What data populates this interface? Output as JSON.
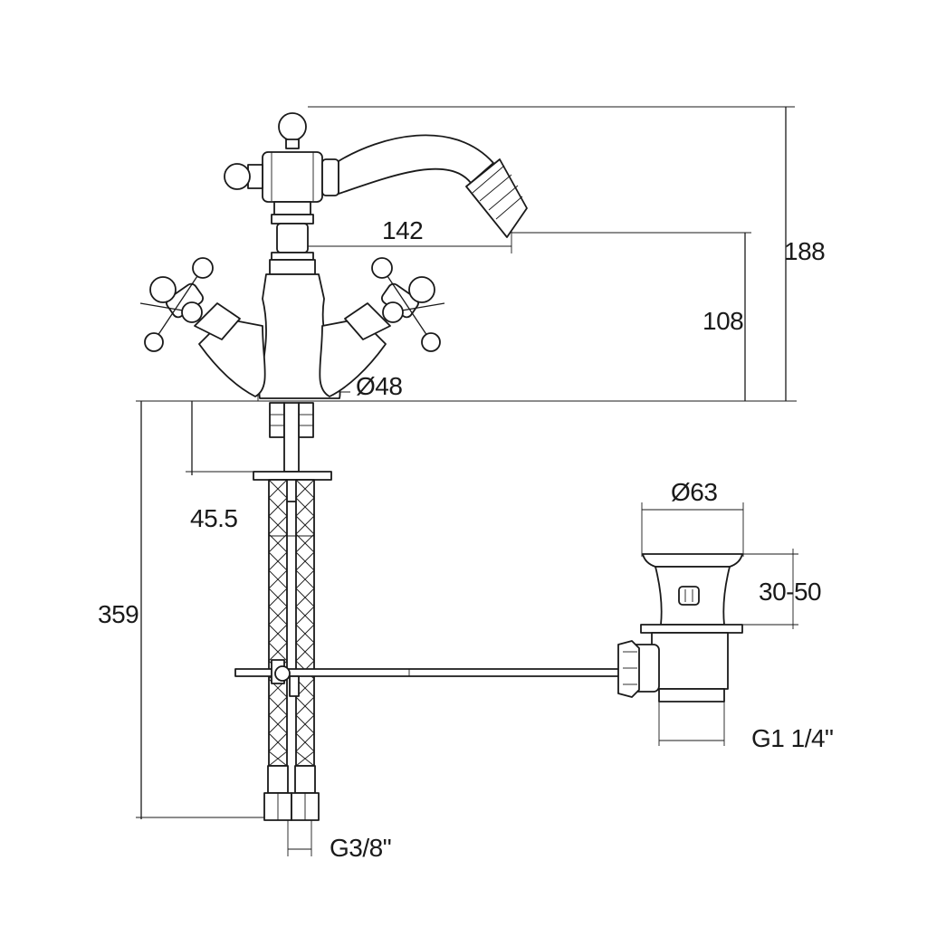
{
  "dimensions": {
    "spout_reach": "142",
    "total_height": "188",
    "spout_height": "108",
    "base_diameter": "Ø48",
    "shank_length": "45.5",
    "hose_length": "359",
    "hose_connection": "G3/8\"",
    "waste_diameter": "Ø63",
    "waste_range": "30-50",
    "waste_thread": "G1 1/4\""
  }
}
